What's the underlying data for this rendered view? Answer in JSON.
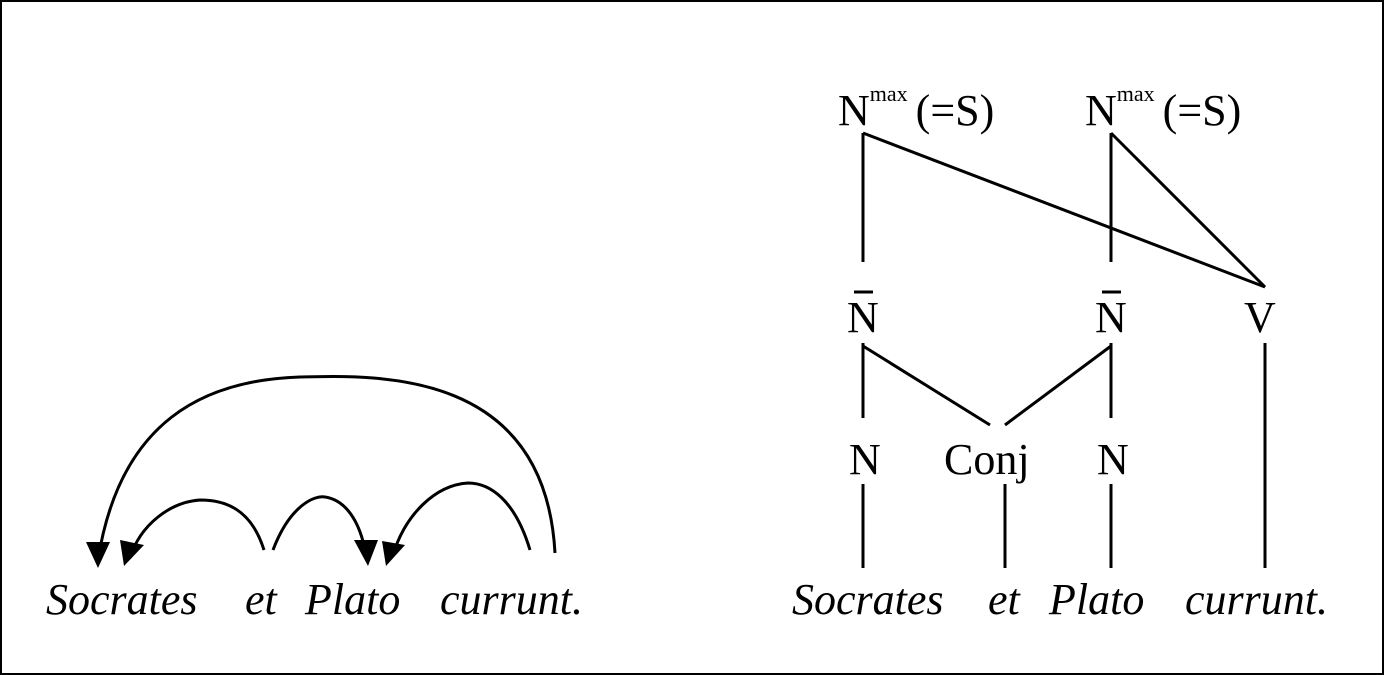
{
  "left_diagram": {
    "words": [
      "Socrates",
      "et",
      "Plato",
      "currunt."
    ]
  },
  "right_tree": {
    "roots": [
      {
        "base": "N",
        "sup": "max",
        "suffix": "(=S)"
      },
      {
        "base": "N",
        "sup": "max",
        "suffix": "(=S)"
      }
    ],
    "level2": [
      {
        "label": "N",
        "overbar": true
      },
      {
        "label": "N",
        "overbar": true
      },
      {
        "label": "V",
        "overbar": false
      }
    ],
    "level3": [
      "N",
      "Conj",
      "N"
    ],
    "words": [
      "Socrates",
      "et",
      "Plato",
      "currunt."
    ]
  }
}
